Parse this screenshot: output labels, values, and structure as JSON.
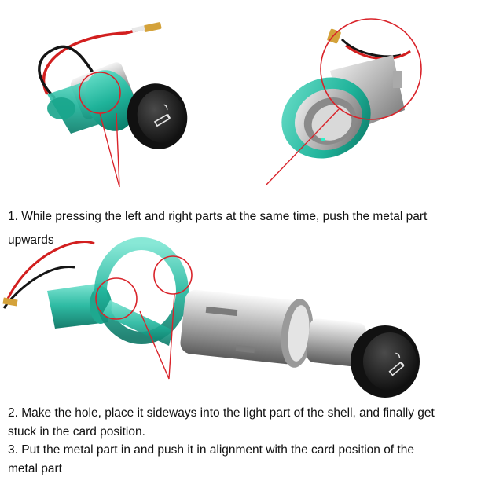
{
  "instructions": {
    "step1_line1": "1. While pressing the left and right parts at the same time, push the metal part",
    "step1_line2": "upwards",
    "step2_line1": "2. Make the hole, place it sideways into the light part of the shell, and finally get",
    "step2_line2": "stuck in the card position.",
    "step3_line1": "3. Put the metal part in and push it in alignment with the card position of the",
    "step3_line2": "metal part"
  },
  "icons": {
    "cap_symbol": "cigarette-icon",
    "callout_marker": "red-circle-callout"
  },
  "colors": {
    "callout_red": "#d9232a",
    "shell_teal": "#1fb39a",
    "metal": "#c9c9c9",
    "cap_black": "#1c1c1c",
    "wire_red": "#d21f1f",
    "wire_black": "#151515",
    "terminal_gold": "#d4a23a"
  }
}
